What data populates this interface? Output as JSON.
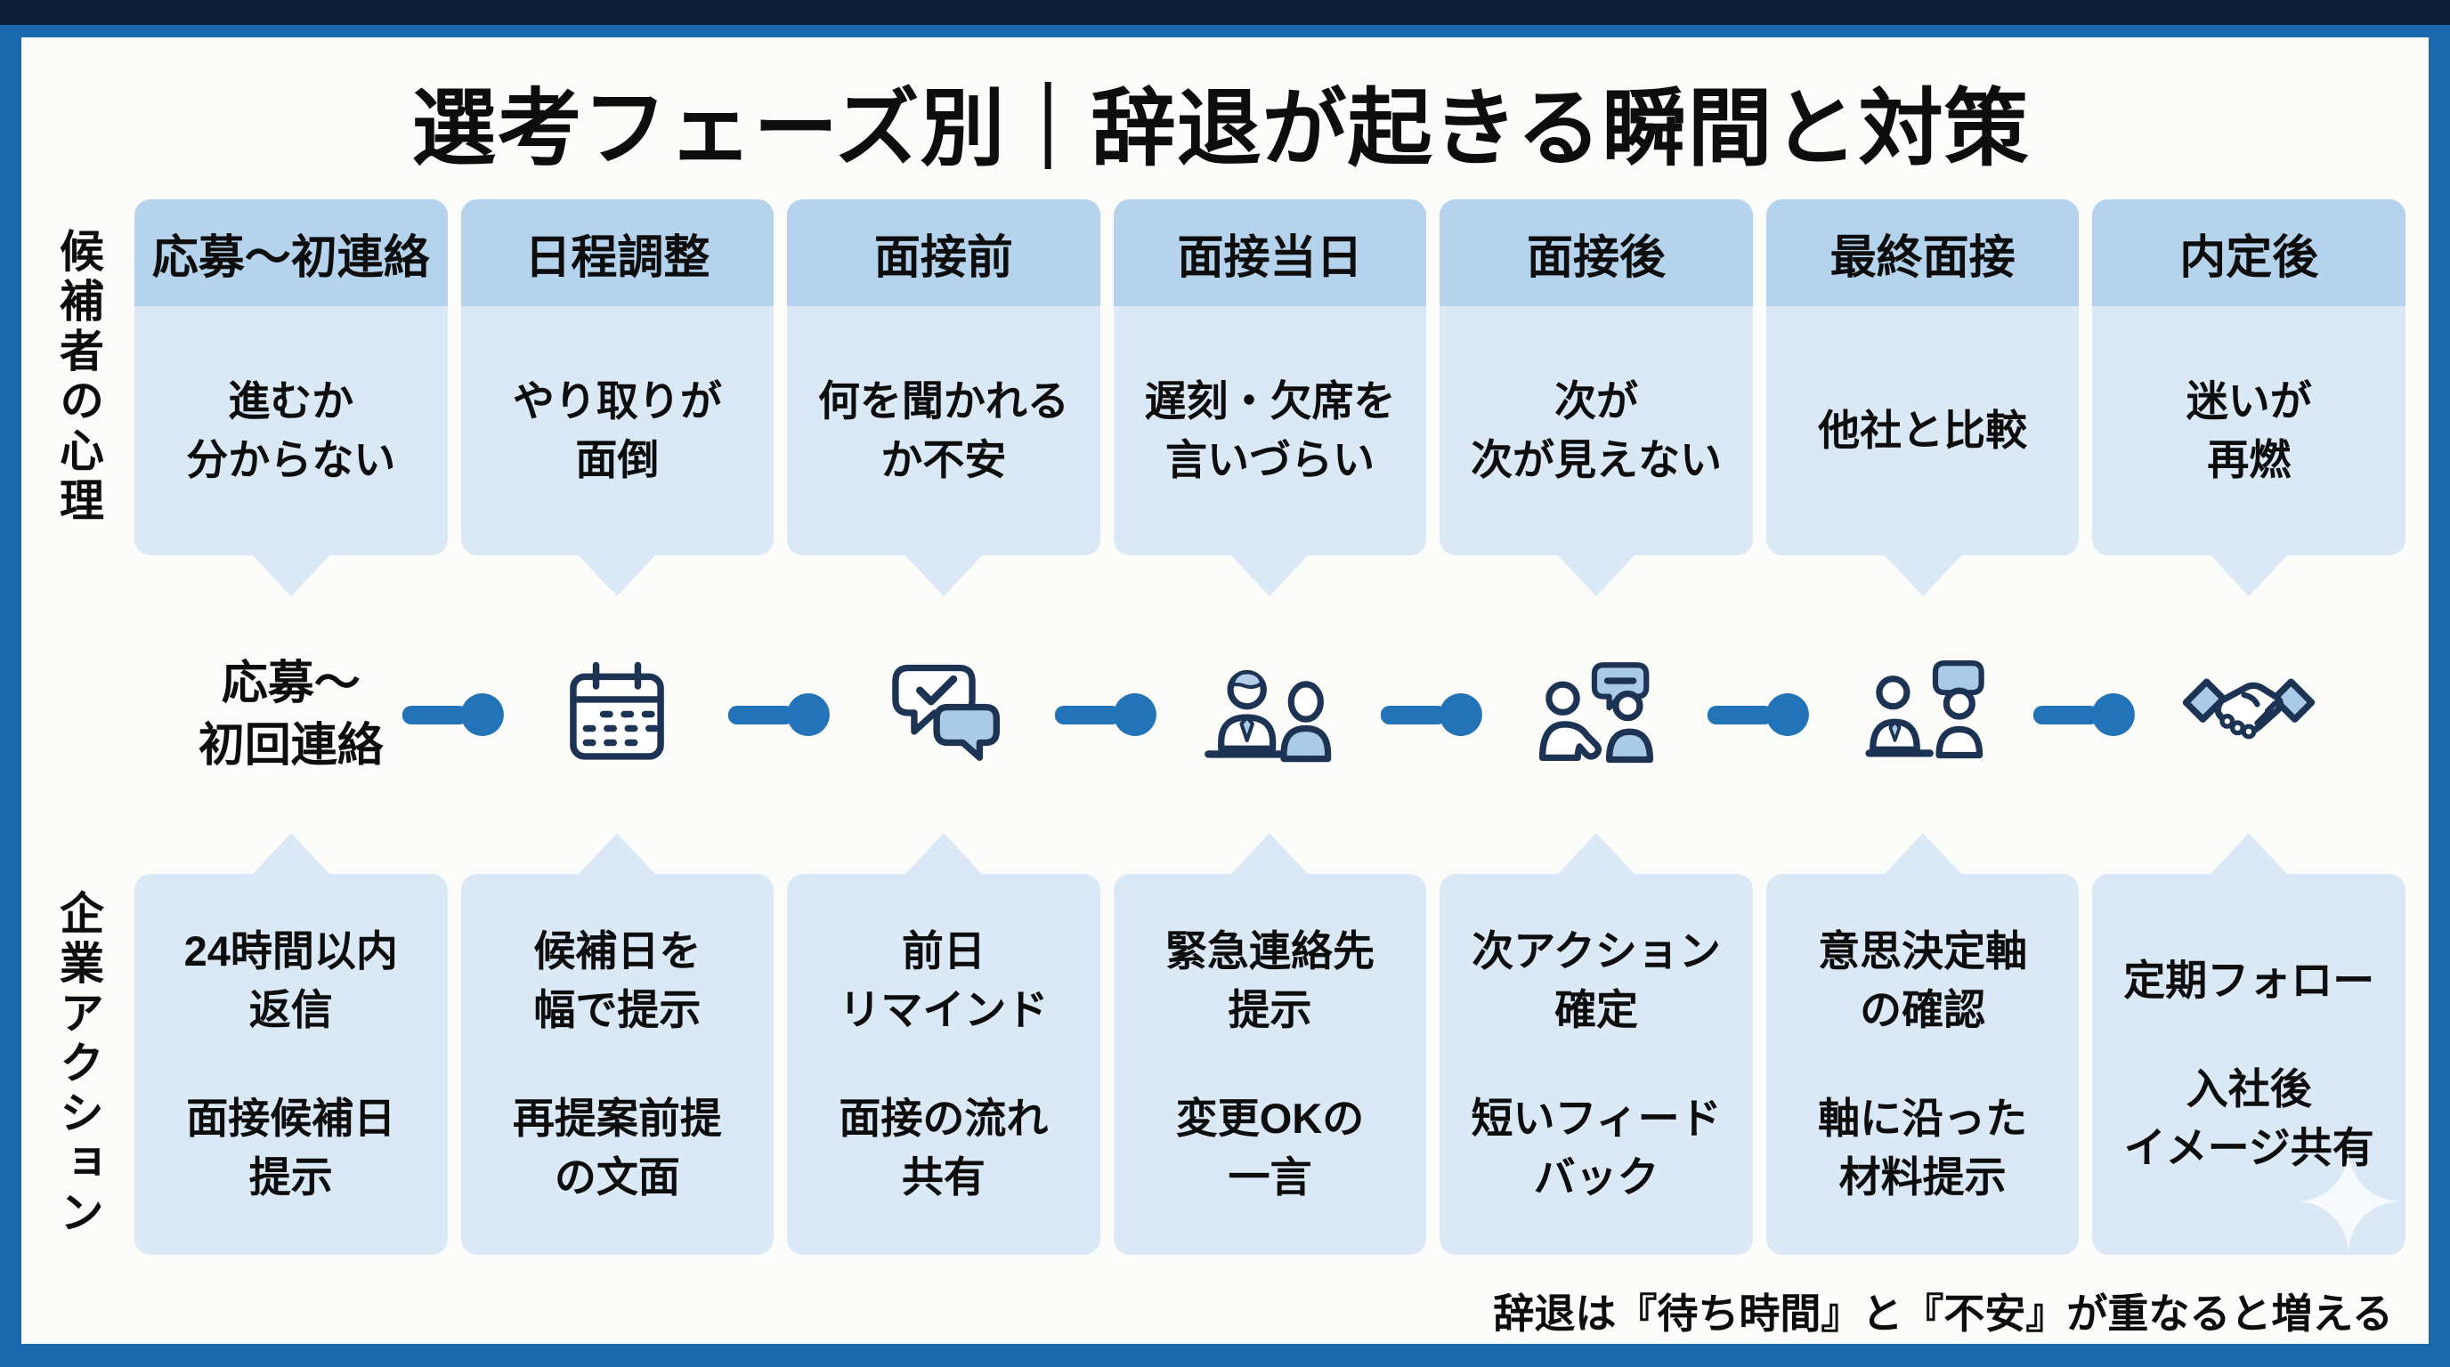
{
  "title": "選考フェーズ別｜辞退が起きる瞬間と対策",
  "row_labels": {
    "top": "候補者の心理",
    "bottom": "企業アクション"
  },
  "phases": [
    {
      "header": "応募〜初連絡",
      "psychology": "進むか\n分からない",
      "action_1": "24時間以内\n返信",
      "action_2": "面接候補日\n提示"
    },
    {
      "header": "日程調整",
      "psychology": "やり取りが\n面倒",
      "action_1": "候補日を\n幅で提示",
      "action_2": "再提案前提\nの文面"
    },
    {
      "header": "面接前",
      "psychology": "何を聞かれる\nか不安",
      "action_1": "前日\nリマインド",
      "action_2": "面接の流れ\n共有"
    },
    {
      "header": "面接当日",
      "psychology": "遅刻・欠席を\n言いづらい",
      "action_1": "緊急連絡先\n提示",
      "action_2": "変更OKの\n一言"
    },
    {
      "header": "面接後",
      "psychology": "次が\n次が見えない",
      "action_1": "次アクション\n確定",
      "action_2": "短いフィード\nバック"
    },
    {
      "header": "最終面接",
      "psychology": "他社と比較",
      "action_1": "意思決定軸\nの確認",
      "action_2": "軸に沿った\n材料提示"
    },
    {
      "header": "内定後",
      "psychology": "迷いが\n再燃",
      "action_1": "定期フォロー",
      "action_2": "入社後\nイメージ共有"
    }
  ],
  "timeline": {
    "start_label": "応募〜\n初回連絡",
    "icons": [
      "calendar-icon",
      "chat-check-icon",
      "interview-icon",
      "feedback-chat-icon",
      "final-interview-icon",
      "handshake-icon"
    ]
  },
  "footer": "辞退は『待ち時間』と『不安』が重なると増える",
  "colors": {
    "frame": "#1b69ad",
    "top_bar": "#0e1f3a",
    "canvas": "#fcfcfa",
    "box_body": "#dbe9f6",
    "box_header": "#b5d3ec",
    "icon_outline": "#1d3354",
    "icon_fill": "#a9cbe8",
    "arrow": "#2273b8",
    "text": "#0d0d0d"
  }
}
